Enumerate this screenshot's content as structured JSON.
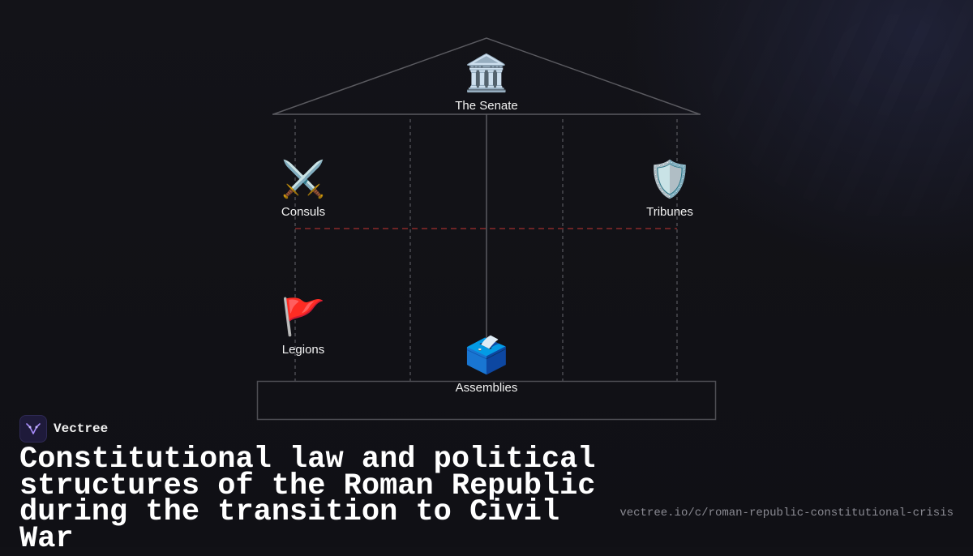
{
  "diagram": {
    "nodes": {
      "senate": {
        "label": "The Senate",
        "icon": "classical-building-icon",
        "glyph": "🏛️"
      },
      "consuls": {
        "label": "Consuls",
        "icon": "crossed-swords-icon",
        "glyph": "⚔️"
      },
      "tribunes": {
        "label": "Tribunes",
        "icon": "shield-icon",
        "glyph": "🛡️"
      },
      "legions": {
        "label": "Legions",
        "icon": "red-flag-icon",
        "glyph": "🚩"
      },
      "assemblies": {
        "label": "Assemblies",
        "icon": "ballot-box-icon",
        "glyph": "🗳️"
      }
    },
    "colors": {
      "structure_line": "#5a5a60",
      "tension_line": "#8a2a2a",
      "label": "#f2f2f2"
    }
  },
  "brand": {
    "name": "Vectree",
    "logo_icon": "vectree-logo-icon",
    "accent": "#a78bfa"
  },
  "caption": {
    "title": "Constitutional law and political structures of the Roman Republic during the transition to Civil War",
    "url": "vectree.io/c/roman-republic-constitutional-crisis"
  }
}
